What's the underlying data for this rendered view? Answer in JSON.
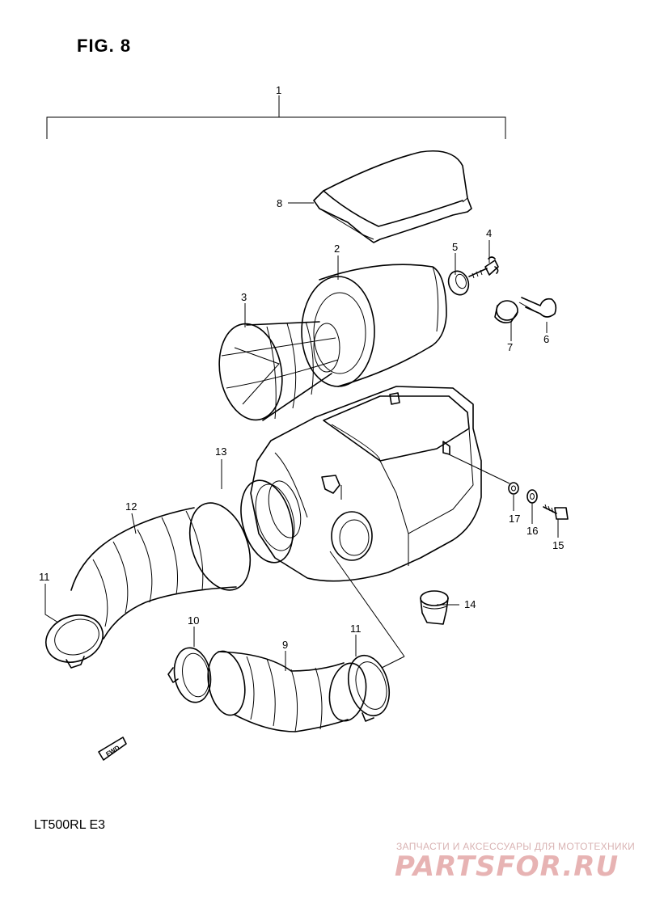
{
  "figure": {
    "title": "FIG. 8",
    "model": "LT500RL  E3"
  },
  "watermark": {
    "subtitle": "ЗАПЧАСТИ И АКСЕССУАРЫ ДЛЯ МОТОТЕХНИКИ",
    "logo": "PARTSFOR.RU"
  },
  "direction_badge": "FWD",
  "callouts": [
    {
      "id": "callout-1",
      "text": "1"
    },
    {
      "id": "callout-2",
      "text": "2"
    },
    {
      "id": "callout-3",
      "text": "3"
    },
    {
      "id": "callout-4",
      "text": "4"
    },
    {
      "id": "callout-5",
      "text": "5"
    },
    {
      "id": "callout-6",
      "text": "6"
    },
    {
      "id": "callout-7",
      "text": "7"
    },
    {
      "id": "callout-8",
      "text": "8"
    },
    {
      "id": "callout-9",
      "text": "9"
    },
    {
      "id": "callout-10",
      "text": "10"
    },
    {
      "id": "callout-11a",
      "text": "11"
    },
    {
      "id": "callout-11b",
      "text": "11"
    },
    {
      "id": "callout-12",
      "text": "12"
    },
    {
      "id": "callout-13",
      "text": "13"
    },
    {
      "id": "callout-14",
      "text": "14"
    },
    {
      "id": "callout-15",
      "text": "15"
    },
    {
      "id": "callout-16",
      "text": "16"
    },
    {
      "id": "callout-17",
      "text": "17"
    }
  ]
}
